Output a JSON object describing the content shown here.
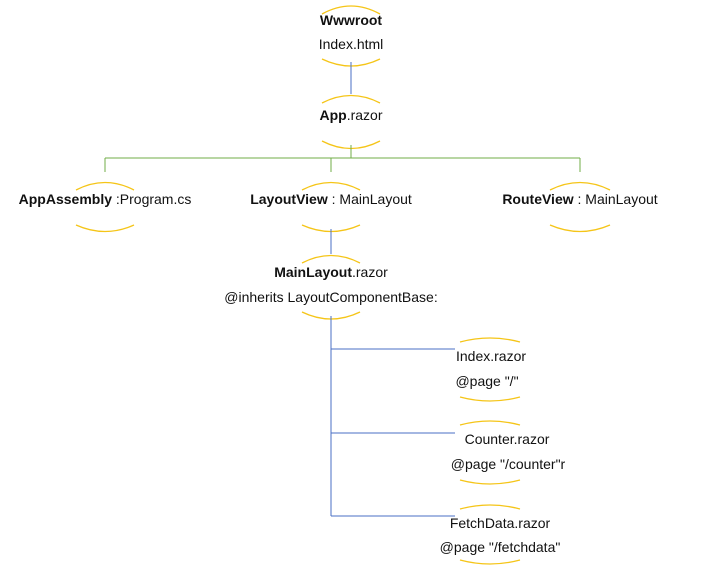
{
  "diagram": {
    "nodes": {
      "wwwroot": {
        "bold": "Wwwroot",
        "normal": "",
        "line2": "Index.html"
      },
      "app": {
        "bold": "App",
        "normal": ".razor"
      },
      "app_assembly": {
        "bold": "AppAssembly",
        "normal": " :Program.cs"
      },
      "layout_view": {
        "bold": "LayoutView",
        "normal": " : MainLayout"
      },
      "route_view": {
        "bold": "RouteView",
        "normal": " : MainLayout"
      },
      "main_layout": {
        "bold": "MainLayout",
        "normal": ".razor",
        "line2": "@inherits LayoutComponentBase:"
      },
      "index_razor": {
        "line1": "Index.razor",
        "line2": "@page \"/\""
      },
      "counter_razor": {
        "line1": "Counter.razor",
        "line2": "@page \"/counter\"r"
      },
      "fetchdata_razor": {
        "line1": "FetchData.razor",
        "line2": "@page \"/fetchdata\""
      }
    },
    "colors": {
      "arc": "#f5c518",
      "blue_line": "#4a6fc4",
      "green_line": "#70ad47",
      "text": "#111111"
    }
  }
}
